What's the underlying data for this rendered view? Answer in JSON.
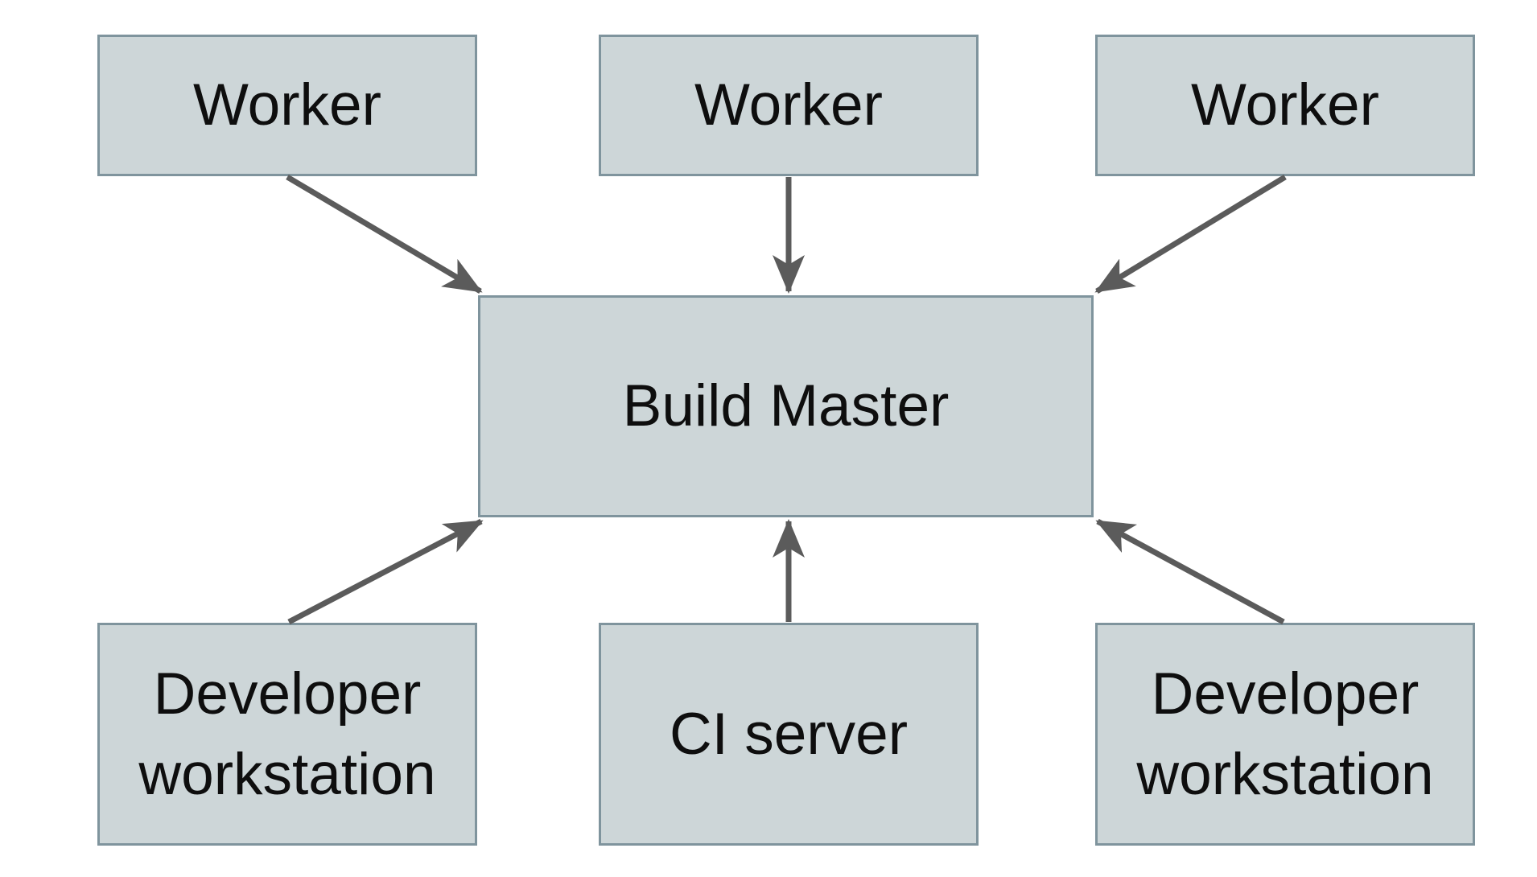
{
  "diagram": {
    "colors": {
      "background": "#ffffff",
      "node_fill": "#cdd6d8",
      "node_border": "#7f949d",
      "arrow": "#5b5b5b",
      "text": "#0e0e0e"
    },
    "nodes": [
      {
        "id": "worker-1",
        "label": "Worker"
      },
      {
        "id": "worker-2",
        "label": "Worker"
      },
      {
        "id": "worker-3",
        "label": "Worker"
      },
      {
        "id": "build-master",
        "label": "Build Master"
      },
      {
        "id": "developer-workstation-1",
        "label": "Developer workstation"
      },
      {
        "id": "ci-server",
        "label": "CI server"
      },
      {
        "id": "developer-workstation-2",
        "label": "Developer workstation"
      }
    ],
    "edges": [
      {
        "from": "worker-1",
        "to": "build-master"
      },
      {
        "from": "worker-2",
        "to": "build-master"
      },
      {
        "from": "worker-3",
        "to": "build-master"
      },
      {
        "from": "developer-workstation-1",
        "to": "build-master"
      },
      {
        "from": "ci-server",
        "to": "build-master"
      },
      {
        "from": "developer-workstation-2",
        "to": "build-master"
      }
    ]
  }
}
